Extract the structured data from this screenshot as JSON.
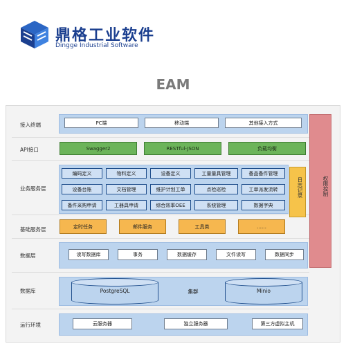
{
  "brand": {
    "name_cn": "鼎格工业软件",
    "name_en": "Dingge Industrial Software"
  },
  "title": "EAM",
  "layers": {
    "access": {
      "label": "接入终端",
      "items": [
        "PC端",
        "移动端",
        "其他接入方式"
      ]
    },
    "api": {
      "label": "API接口",
      "items": [
        "Swagger2",
        "RESTful-JSON",
        "负载均衡"
      ]
    },
    "business": {
      "label": "业务服务层",
      "rows": [
        [
          "编码定义",
          "物料定义",
          "设备定义",
          "工量量具管理",
          "备品备件管理"
        ],
        [
          "设备台账",
          "文档管理",
          "维护计划工单",
          "点检巡检",
          "工单派发流转"
        ],
        [
          "备件采购申请",
          "工器具申请",
          "综合效率OEE",
          "系统管理",
          "数据字典"
        ]
      ],
      "side_vertical": "日志记录"
    },
    "base_service": {
      "label": "基础服务层",
      "items": [
        "定时任务",
        "邮件服务",
        "工具类",
        "……"
      ]
    },
    "data_layer": {
      "label": "数据层",
      "items": [
        "读写数据库",
        "事务",
        "数据缓存",
        "文件读写",
        "数据同步"
      ]
    },
    "database": {
      "label": "数据库",
      "db_left": "PostgreSQL",
      "cluster": "集群",
      "db_right": "Minio"
    },
    "runtime": {
      "label": "运行环境",
      "items": [
        "云服务器",
        "独立服务器",
        "第三方虚拟主机"
      ]
    }
  },
  "right_panel": "权限控制",
  "colors": {
    "brand_blue": "#1b3f8f",
    "band_blue": "#bcd4ee",
    "api_green": "#6cb45a",
    "base_orange": "#f6b74f",
    "log_yellow": "#f6c34a",
    "permission_red": "#e08b8e"
  }
}
